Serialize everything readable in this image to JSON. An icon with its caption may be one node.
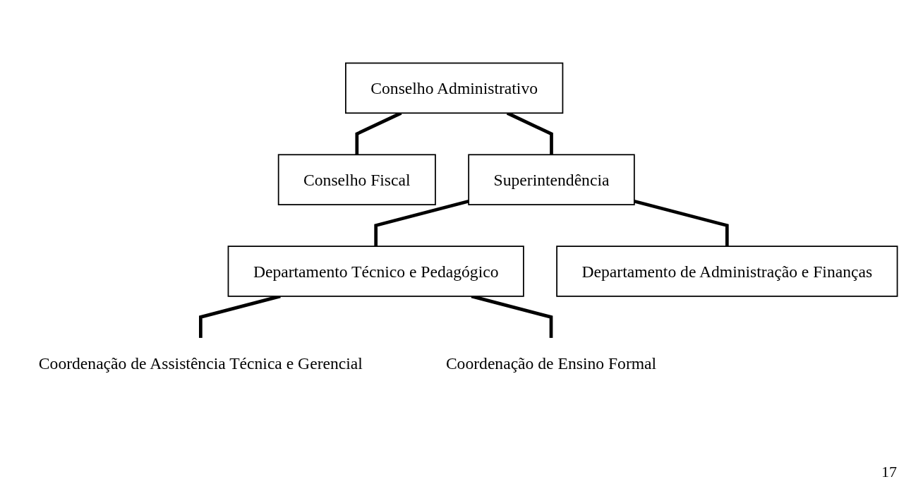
{
  "diagram": {
    "nodes": [
      {
        "text": [
          "Conselho Administrativo"
        ]
      },
      {
        "text": [
          "Conselho Fiscal"
        ]
      },
      {
        "text": [
          "Superintendência"
        ]
      },
      {
        "text": [
          "Departamento Técnico e Pedagógico"
        ]
      },
      {
        "text": [
          "Departamento de Administração e Finanças"
        ]
      },
      {
        "text": [
          "Coordenação de Assistência Técnica e Gerencial"
        ]
      },
      {
        "text": [
          "Coordenação de Ensino Formal"
        ]
      }
    ],
    "edges": [
      {
        "from": 0,
        "to": 1,
        "arrow": "none"
      },
      {
        "from": 0,
        "to": 2,
        "arrow": "none"
      },
      {
        "from": 2,
        "to": 3,
        "arrow": "none"
      },
      {
        "from": 2,
        "to": 4,
        "arrow": "none"
      },
      {
        "from": 3,
        "to": 5,
        "arrow": "none"
      },
      {
        "from": 3,
        "to": 6,
        "arrow": "none"
      }
    ],
    "labels": [
      "17"
    ]
  }
}
